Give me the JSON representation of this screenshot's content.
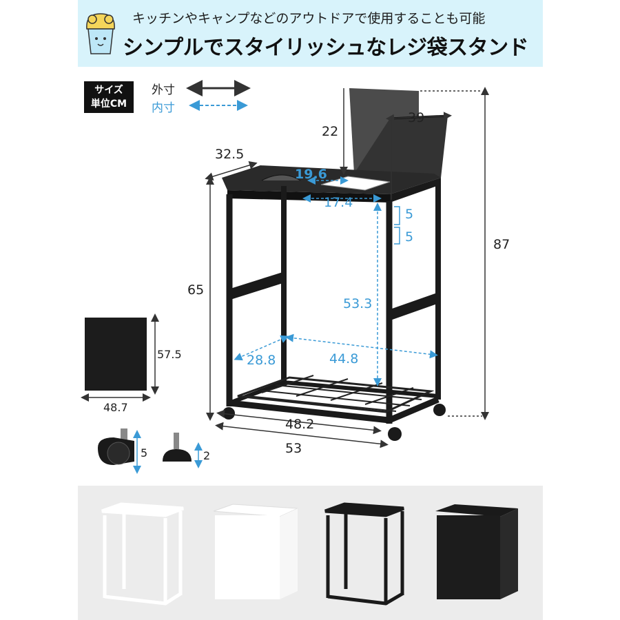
{
  "header": {
    "subtitle": "キッチンやキャンプなどのアウトドアで使用することも可能",
    "title": "シンプルでスタイリッシュなレジ袋スタンド"
  },
  "legend": {
    "unit_line1": "サイズ",
    "unit_line2": "単位CM",
    "outer_label": "外寸",
    "inner_label": "内寸"
  },
  "dimensions": {
    "lid_depth": "32.5",
    "lid_height": "22",
    "lid_width": "39",
    "opening_width": "19.6",
    "opening_depth": "17.4",
    "hook_gap_1": "5",
    "hook_gap_2": "5",
    "total_height": "87",
    "frame_height": "65",
    "inner_height": "53.3",
    "inner_depth": "28.8",
    "inner_width": "44.8",
    "bottom_width": "48.2",
    "outer_width": "53",
    "bag_height": "57.5",
    "bag_width": "48.7",
    "caster_height": "5",
    "foot_height": "2"
  },
  "colors": {
    "header_bg": "#d8f3fb",
    "accent_blue": "#3a9ad6",
    "frame_black": "#1a1a1a",
    "bottom_bg": "#ececec"
  }
}
